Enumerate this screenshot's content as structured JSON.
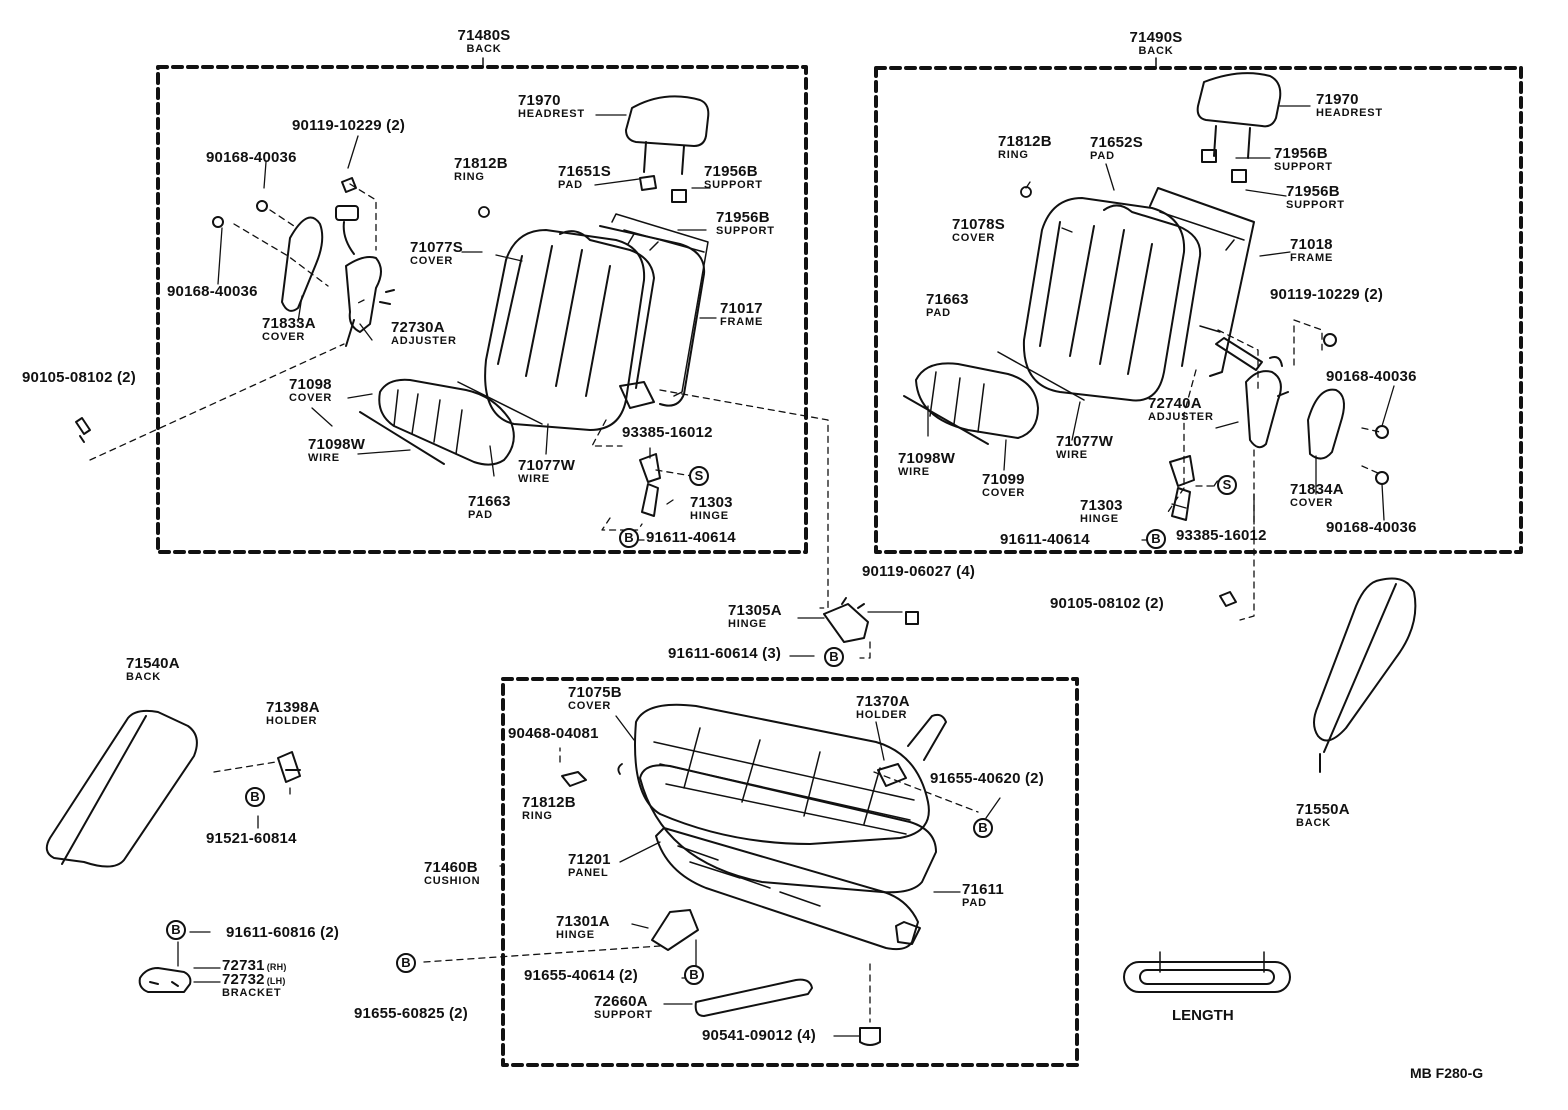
{
  "diagram_code": "MB F280-G",
  "length_label": "LENGTH",
  "parts": {
    "back_left_assy": {
      "part": "71480S",
      "name": "BACK"
    },
    "back_right_assy": {
      "part": "71490S",
      "name": "BACK"
    },
    "headrest_left": {
      "part": "71970",
      "name": "HEADREST"
    },
    "headrest_right": {
      "part": "71970",
      "name": "HEADREST"
    },
    "bolt_90119_10229_left": {
      "part": "90119-10229 (2)"
    },
    "bolt_90119_10229_right": {
      "part": "90119-10229 (2)"
    },
    "screw_90168_top_left": {
      "part": "90168-40036"
    },
    "screw_90168_mid_left": {
      "part": "90168-40036"
    },
    "screw_90168_top_right": {
      "part": "90168-40036"
    },
    "screw_90168_bot_right": {
      "part": "90168-40036"
    },
    "ring_left": {
      "part": "71812B",
      "name": "RING"
    },
    "ring_right": {
      "part": "71812B",
      "name": "RING"
    },
    "ring_cushion": {
      "part": "71812B",
      "name": "RING"
    },
    "pad_71651s": {
      "part": "71651S",
      "name": "PAD"
    },
    "pad_71652s": {
      "part": "71652S",
      "name": "PAD"
    },
    "support_71956b_l1": {
      "part": "71956B",
      "name": "SUPPORT"
    },
    "support_71956b_l2": {
      "part": "71956B",
      "name": "SUPPORT"
    },
    "support_71956b_r1": {
      "part": "71956B",
      "name": "SUPPORT"
    },
    "support_71956b_r2": {
      "part": "71956B",
      "name": "SUPPORT"
    },
    "cover_71077s": {
      "part": "71077S",
      "name": "COVER"
    },
    "cover_71078s": {
      "part": "71078S",
      "name": "COVER"
    },
    "frame_71017": {
      "part": "71017",
      "name": "FRAME"
    },
    "frame_71018": {
      "part": "71018",
      "name": "FRAME"
    },
    "cover_71833a": {
      "part": "71833A",
      "name": "COVER"
    },
    "cover_71834a": {
      "part": "71834A",
      "name": "COVER"
    },
    "adjuster_72730a": {
      "part": "72730A",
      "name": "ADJUSTER"
    },
    "adjuster_72740a": {
      "part": "72740A",
      "name": "ADJUSTER"
    },
    "bolt_90105_left": {
      "part": "90105-08102 (2)"
    },
    "bolt_90105_right": {
      "part": "90105-08102 (2)"
    },
    "cover_71098": {
      "part": "71098",
      "name": "COVER"
    },
    "cover_71099": {
      "part": "71099",
      "name": "COVER"
    },
    "wire_71098w_left": {
      "part": "71098W",
      "name": "WIRE"
    },
    "wire_71098w_right": {
      "part": "71098W",
      "name": "WIRE"
    },
    "wire_71077w_left": {
      "part": "71077W",
      "name": "WIRE"
    },
    "wire_71077w_right": {
      "part": "71077W",
      "name": "WIRE"
    },
    "pad_71663_left": {
      "part": "71663",
      "name": "PAD"
    },
    "pad_71663_right": {
      "part": "71663",
      "name": "PAD"
    },
    "bolt_93385_left": {
      "part": "93385-16012"
    },
    "bolt_93385_right": {
      "part": "93385-16012"
    },
    "hinge_71303_left": {
      "part": "71303",
      "name": "HINGE"
    },
    "hinge_71303_right": {
      "part": "71303",
      "name": "HINGE"
    },
    "bolt_91611_40614_left": {
      "part": "91611-40614"
    },
    "bolt_91611_40614_right": {
      "part": "91611-40614"
    },
    "bolt_90119_06027": {
      "part": "90119-06027 (4)"
    },
    "hinge_71305a": {
      "part": "71305A",
      "name": "HINGE"
    },
    "bolt_91611_60614": {
      "part": "91611-60614 (3)"
    },
    "back_71540a": {
      "part": "71540A",
      "name": "BACK"
    },
    "holder_71398a": {
      "part": "71398A",
      "name": "HOLDER"
    },
    "bolt_91521_60814": {
      "part": "91521-60814"
    },
    "cover_71075b": {
      "part": "71075B",
      "name": "COVER"
    },
    "clip_90468_04081": {
      "part": "90468-04081"
    },
    "holder_71370a": {
      "part": "71370A",
      "name": "HOLDER"
    },
    "bolt_91655_40620": {
      "part": "91655-40620 (2)"
    },
    "cushion_71460b": {
      "part": "71460B",
      "name": "CUSHION"
    },
    "panel_71201": {
      "part": "71201",
      "name": "PANEL"
    },
    "pad_71611": {
      "part": "71611",
      "name": "PAD"
    },
    "hinge_71301a": {
      "part": "71301A",
      "name": "HINGE"
    },
    "bolt_91655_40614": {
      "part": "91655-40614 (2)"
    },
    "bolt_91611_60816": {
      "part": "91611-60816 (2)"
    },
    "bracket_rh": {
      "part": "72731",
      "tag": "(RH)"
    },
    "bracket_lh": {
      "part": "72732",
      "tag": "(LH)",
      "name": "BRACKET"
    },
    "bolt_91655_60825": {
      "part": "91655-60825 (2)"
    },
    "support_72660a": {
      "part": "72660A",
      "name": "SUPPORT"
    },
    "bolt_90541_09012": {
      "part": "90541-09012 (4)"
    },
    "back_71550a": {
      "part": "71550A",
      "name": "BACK"
    }
  },
  "callouts": {
    "s": "S",
    "b": "B"
  }
}
